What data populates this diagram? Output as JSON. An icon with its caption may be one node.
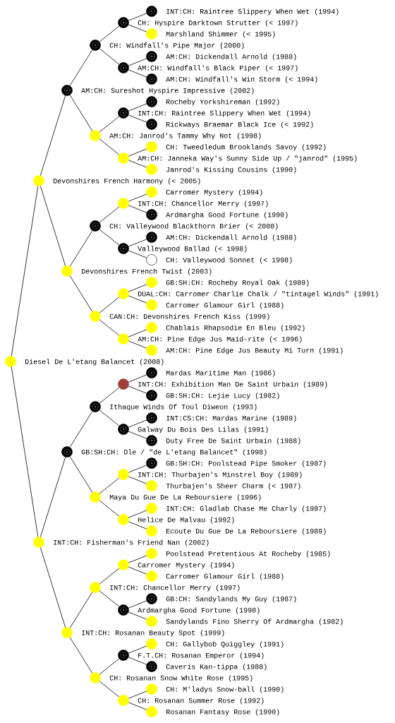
{
  "diagram": {
    "nodes": [
      {
        "text": [
          "INT:CH: Raintree Slippery When Wet (1994)"
        ]
      },
      {
        "text": [
          "CH: Hyspire Darktown Strutter (< 1997)"
        ]
      },
      {
        "text": [
          "Marshland Shimmer (< 1995)"
        ]
      },
      {
        "text": [
          "CH: Windfall's Pipe Major (2000)"
        ]
      },
      {
        "text": [
          "AM:CH: Dickendall Arnold (1988)"
        ]
      },
      {
        "text": [
          "AM:CH: Windfall's Black Piper (< 1997)"
        ]
      },
      {
        "text": [
          "AM:CH: Windfall's Win Storm (< 1994)"
        ]
      },
      {
        "text": [
          "AM:CH: Sureshot Hyspire Impressive (2002)"
        ]
      },
      {
        "text": [
          "Rocheby Yorkshireman (1992)"
        ]
      },
      {
        "text": [
          "INT:CH: Raintree Slippery When Wet (1994)"
        ]
      },
      {
        "text": [
          "Rickways Braemar Black Ice (< 1992)"
        ]
      },
      {
        "text": [
          "AM:CH: Janrod's Tammy Why Not (1998)"
        ]
      },
      {
        "text": [
          "CH: Tweedledum Brooklands Savoy (1992)"
        ]
      },
      {
        "text": [
          "AM:CH: Janneka Way's Sunny Side Up / \"janrod\" (1995)"
        ]
      },
      {
        "text": [
          "Janrod's Kissing Cousins (1990)"
        ]
      },
      {
        "text": [
          "Devonshires French Harmony (< 2005)"
        ]
      },
      {
        "text": [
          "Carromer Mystery (1994)"
        ]
      },
      {
        "text": [
          "INT:CH: Chancellor Merry (1997)"
        ]
      },
      {
        "text": [
          "Ardmargha Good Fortune (1990)"
        ]
      },
      {
        "text": [
          "CH: Valleywood Blackthorn Brier (< 2000)"
        ]
      },
      {
        "text": [
          "AM:CH: Dickendall Arnold (1988)"
        ]
      },
      {
        "text": [
          "Valleywood Ballad (< 1998)"
        ]
      },
      {
        "text": [
          "CH: Valleywood Sonnet (< 1998)"
        ]
      },
      {
        "text": [
          "Devonshires French Twist (2003)"
        ]
      },
      {
        "text": [
          "GB:SH:CH: Rocheby Royal Oak (1989)"
        ]
      },
      {
        "text": [
          "DUAL:CH: Carromer Charlie Chalk / \"tintagel Winds\" (1991)"
        ]
      },
      {
        "text": [
          "Carromer Glamour Girl (1988)"
        ]
      },
      {
        "text": [
          "CAN:CH: Devonshires French Kiss (1999)"
        ]
      },
      {
        "text": [
          "Chablais Rhapsodie En Bleu (1992)"
        ]
      },
      {
        "text": [
          "AM:CH: Pine Edge Jus Maid-rite (< 1996)"
        ]
      },
      {
        "text": [
          "AM:CH: Pine Edge Jus Beauty Mi Turn (1991)"
        ]
      },
      {
        "text": [
          "Diesel De L'etang Balancet (2008)"
        ]
      },
      {
        "text": [
          "Mardas Maritime Man (1986)"
        ]
      },
      {
        "text": [
          "INT:CH: Exhibition Man De Saint Urbain (1989)"
        ]
      },
      {
        "text": [
          "GB:SH:CH: Lejie Lucy (1982)"
        ]
      },
      {
        "text": [
          "Ithaque Winds Of Toul Diweon (1993)"
        ]
      },
      {
        "text": [
          "INT:CS:CH: Mardas Marine (1989)"
        ]
      },
      {
        "text": [
          "Galway Du Bois Des Lilas (1991)"
        ]
      },
      {
        "text": [
          "Duty Free De Saint Urbain (1988)"
        ]
      },
      {
        "text": [
          "GB:SH:CH: Ole / \"de L'etang Balancet\" (1998)"
        ]
      },
      {
        "text": [
          "GB:SH:CH: Poolstead Pipe Smoker (1987)"
        ]
      },
      {
        "text": [
          "INT:CH: Thurbajen's Minstrel Boy (1989)"
        ]
      },
      {
        "text": [
          "Thurbajen's Sheer Charm (< 1987)"
        ]
      },
      {
        "text": [
          "Maya Du Gue De La Reboursiere (1996)"
        ]
      },
      {
        "text": [
          "INT:CH: Gladlab Chase Me Charly (1987)"
        ]
      },
      {
        "text": [
          "Helice De Malvau (1992)"
        ]
      },
      {
        "text": [
          "Ecoute Du Gue De La Reboursiere (1989)"
        ]
      },
      {
        "text": [
          "INT:CH: Fisherman's Friend Nan (2002)"
        ]
      },
      {
        "text": [
          "Poolstead Pretentious At Rocheby (1985)"
        ]
      },
      {
        "text": [
          "Carromer Mystery (1994)"
        ]
      },
      {
        "text": [
          "Carromer Glamour Girl (1988)"
        ]
      },
      {
        "text": [
          "INT:CH: Chancellor Merry (1997)"
        ]
      },
      {
        "text": [
          "GB:CH: Sandylands My Guy (1987)"
        ]
      },
      {
        "text": [
          "Ardmargha Good Fortune (1990)"
        ]
      },
      {
        "text": [
          "Sandylands Fino Sherry Of Ardmargha (1982)"
        ]
      },
      {
        "text": [
          "INT:CH: Rosanan Beauty Spot (1999)"
        ]
      },
      {
        "text": [
          "CH: Gallybob Quiggley (1991)"
        ]
      },
      {
        "text": [
          "F.T.CH: Rosanan Emperor (1994)"
        ]
      },
      {
        "text": [
          "Caveris Kan-tippa (1988)"
        ]
      },
      {
        "text": [
          "CH: Rosanan Snow White Rose (1995)"
        ]
      },
      {
        "text": [
          "CH: M'ladys Snow-ball (1990)"
        ]
      },
      {
        "text": [
          "CH: Rosanan Summer Rose (1992)"
        ]
      },
      {
        "text": [
          "Rosanan Fantasy Rose (1990)"
        ]
      }
    ],
    "edges": [
      {
        "from": 1,
        "to": 0,
        "arrow": "none"
      },
      {
        "from": 3,
        "to": 1,
        "arrow": "none"
      },
      {
        "from": 1,
        "to": 2,
        "arrow": "none"
      },
      {
        "from": 7,
        "to": 3,
        "arrow": "none"
      },
      {
        "from": 5,
        "to": 4,
        "arrow": "none"
      },
      {
        "from": 3,
        "to": 5,
        "arrow": "none"
      },
      {
        "from": 5,
        "to": 6,
        "arrow": "none"
      },
      {
        "from": 15,
        "to": 7,
        "arrow": "none"
      },
      {
        "from": 9,
        "to": 8,
        "arrow": "none"
      },
      {
        "from": 11,
        "to": 9,
        "arrow": "none"
      },
      {
        "from": 9,
        "to": 10,
        "arrow": "none"
      },
      {
        "from": 7,
        "to": 11,
        "arrow": "none"
      },
      {
        "from": 13,
        "to": 12,
        "arrow": "none"
      },
      {
        "from": 11,
        "to": 13,
        "arrow": "none"
      },
      {
        "from": 13,
        "to": 14,
        "arrow": "none"
      },
      {
        "from": 31,
        "to": 15,
        "arrow": "none"
      },
      {
        "from": 17,
        "to": 16,
        "arrow": "none"
      },
      {
        "from": 19,
        "to": 17,
        "arrow": "none"
      },
      {
        "from": 17,
        "to": 18,
        "arrow": "none"
      },
      {
        "from": 23,
        "to": 19,
        "arrow": "none"
      },
      {
        "from": 21,
        "to": 20,
        "arrow": "none"
      },
      {
        "from": 19,
        "to": 21,
        "arrow": "none"
      },
      {
        "from": 21,
        "to": 22,
        "arrow": "none"
      },
      {
        "from": 15,
        "to": 23,
        "arrow": "none"
      },
      {
        "from": 25,
        "to": 24,
        "arrow": "none"
      },
      {
        "from": 27,
        "to": 25,
        "arrow": "none"
      },
      {
        "from": 25,
        "to": 26,
        "arrow": "none"
      },
      {
        "from": 23,
        "to": 27,
        "arrow": "none"
      },
      {
        "from": 29,
        "to": 28,
        "arrow": "none"
      },
      {
        "from": 27,
        "to": 29,
        "arrow": "none"
      },
      {
        "from": 29,
        "to": 30,
        "arrow": "none"
      },
      {
        "from": 33,
        "to": 32,
        "arrow": "none"
      },
      {
        "from": 35,
        "to": 33,
        "arrow": "none"
      },
      {
        "from": 33,
        "to": 34,
        "arrow": "none"
      },
      {
        "from": 39,
        "to": 35,
        "arrow": "none"
      },
      {
        "from": 37,
        "to": 36,
        "arrow": "none"
      },
      {
        "from": 35,
        "to": 37,
        "arrow": "none"
      },
      {
        "from": 37,
        "to": 38,
        "arrow": "none"
      },
      {
        "from": 47,
        "to": 39,
        "arrow": "none"
      },
      {
        "from": 41,
        "to": 40,
        "arrow": "none"
      },
      {
        "from": 43,
        "to": 41,
        "arrow": "none"
      },
      {
        "from": 41,
        "to": 42,
        "arrow": "none"
      },
      {
        "from": 39,
        "to": 43,
        "arrow": "none"
      },
      {
        "from": 45,
        "to": 44,
        "arrow": "none"
      },
      {
        "from": 43,
        "to": 45,
        "arrow": "none"
      },
      {
        "from": 45,
        "to": 46,
        "arrow": "none"
      },
      {
        "from": 31,
        "to": 47,
        "arrow": "none"
      },
      {
        "from": 49,
        "to": 48,
        "arrow": "none"
      },
      {
        "from": 51,
        "to": 49,
        "arrow": "none"
      },
      {
        "from": 49,
        "to": 50,
        "arrow": "none"
      },
      {
        "from": 55,
        "to": 51,
        "arrow": "none"
      },
      {
        "from": 53,
        "to": 52,
        "arrow": "none"
      },
      {
        "from": 51,
        "to": 53,
        "arrow": "none"
      },
      {
        "from": 53,
        "to": 54,
        "arrow": "none"
      },
      {
        "from": 47,
        "to": 55,
        "arrow": "none"
      },
      {
        "from": 57,
        "to": 56,
        "arrow": "none"
      },
      {
        "from": 59,
        "to": 57,
        "arrow": "none"
      },
      {
        "from": 57,
        "to": 58,
        "arrow": "none"
      },
      {
        "from": 55,
        "to": 59,
        "arrow": "none"
      },
      {
        "from": 61,
        "to": 60,
        "arrow": "none"
      },
      {
        "from": 59,
        "to": 61,
        "arrow": "none"
      },
      {
        "from": 61,
        "to": 62,
        "arrow": "none"
      }
    ]
  }
}
